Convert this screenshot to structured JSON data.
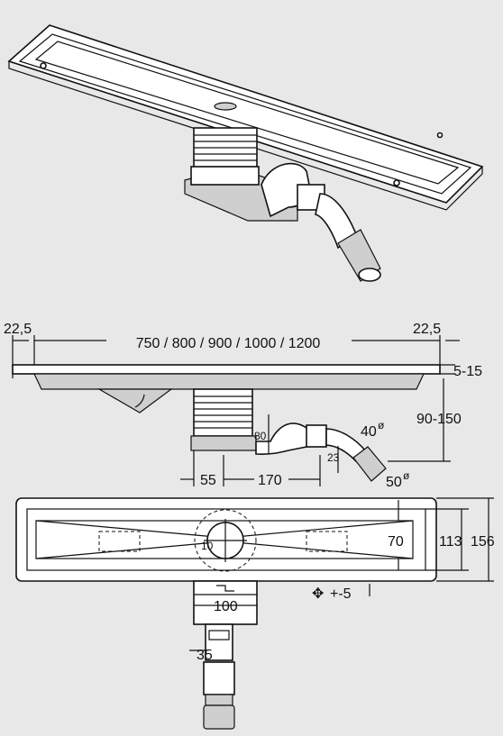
{
  "dimensions": {
    "length_options": "750 / 800 / 900 / 1000 / 1200",
    "left_margin": "22,5",
    "right_margin": "22,5",
    "frame_adjust": "5-15",
    "height_range": "90-150",
    "trap_height": "80",
    "outlet_angle_40": "40",
    "outlet_diam_50": "50",
    "offset_23": "23",
    "offset_55": "55",
    "offset_170": "170",
    "inner_width": "113",
    "outer_width": "156",
    "channel_depth": "70",
    "grate_offset": "10",
    "body_width": "100",
    "pipe_width": "35",
    "adjust_note": "+-5",
    "diam_symbol": "ø"
  }
}
